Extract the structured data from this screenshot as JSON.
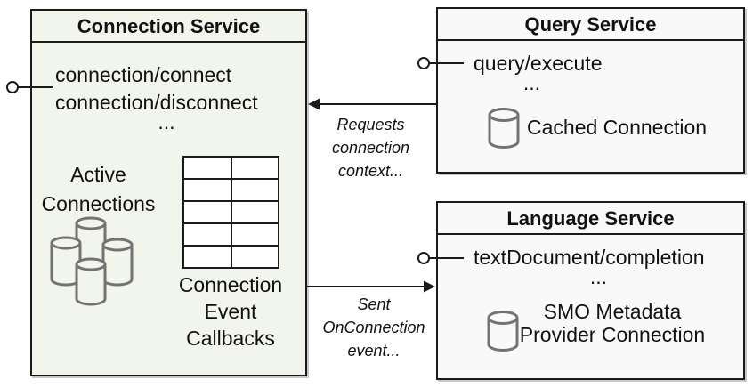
{
  "connection_service": {
    "title": "Connection Service",
    "method_1": "connection/connect",
    "method_2": "connection/disconnect",
    "ellipsis": "...",
    "active_label_line_1": "Active",
    "active_label_line_2": "Connections",
    "callbacks_line_1": "Connection",
    "callbacks_line_2": "Event",
    "callbacks_line_3": "Callbacks"
  },
  "query_service": {
    "title": "Query Service",
    "method_1": "query/execute",
    "ellipsis": "...",
    "cached_connection_label": "Cached Connection"
  },
  "language_service": {
    "title": "Language Service",
    "method_1": "textDocument/completion",
    "ellipsis": "...",
    "provider_line_1": "SMO Metadata",
    "provider_line_2": "Provider Connection"
  },
  "annotations": {
    "requests_line_1": "Requests",
    "requests_line_2": "connection",
    "requests_line_3": "context...",
    "sent_line_1": "Sent",
    "sent_line_2": "OnConnection",
    "sent_line_3": "event..."
  },
  "icons": [
    "database-cluster-icon",
    "database-icon",
    "interface-lollipop-icon",
    "arrow-left-icon",
    "arrow-right-icon"
  ],
  "colors": {
    "connection_box_fill": "#f2f5eb",
    "service_box_fill": "#f9f9fa",
    "border": "#1b1b1b",
    "cylinder_stroke": "#737373",
    "text": "#111111"
  }
}
